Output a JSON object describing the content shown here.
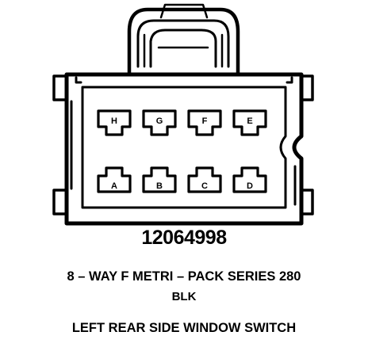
{
  "diagram": {
    "part_number": "12064998",
    "connector_description": "8 – WAY F METRI – PACK SERIES 280",
    "connector_color": "BLK",
    "component_name": "LEFT REAR SIDE WINDOW SWITCH",
    "top_row_pins": [
      "H",
      "G",
      "F",
      "E"
    ],
    "bottom_row_pins": [
      "A",
      "B",
      "C",
      "D"
    ],
    "ink_color": "#000000",
    "background_color": "#ffffff"
  }
}
